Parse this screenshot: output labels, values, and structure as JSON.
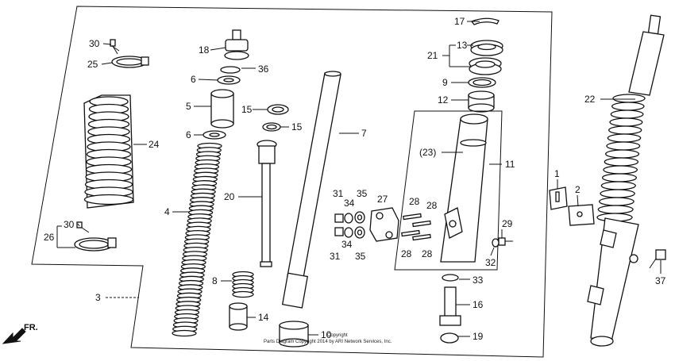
{
  "labels": {
    "l1": "1",
    "l2": "2",
    "l3": "3",
    "l4": "4",
    "l5": "5",
    "l6a": "6",
    "l6b": "6",
    "l7": "7",
    "l8": "8",
    "l9": "9",
    "l10": "10",
    "l11": "11",
    "l12": "12",
    "l13": "13",
    "l14": "14",
    "l15a": "15",
    "l15b": "15",
    "l16": "16",
    "l17": "17",
    "l18": "18",
    "l19": "19",
    "l20": "20",
    "l21": "21",
    "l22": "22",
    "l23": "(23)",
    "l24": "24",
    "l25": "25",
    "l26": "26",
    "l27": "27",
    "l28a": "28",
    "l28b": "28",
    "l28c": "28",
    "l28d": "28",
    "l29": "29",
    "l30a": "30",
    "l30b": "30",
    "l31a": "31",
    "l31b": "31",
    "l32": "32",
    "l33": "33",
    "l34a": "34",
    "l34b": "34",
    "l35a": "35",
    "l35b": "35",
    "l36": "36",
    "l37": "37"
  },
  "direction_label": "FR.",
  "copyright_line1": "Copyright",
  "copyright_line2": "Parts Diagram Copyright 2014 by ARI Network Services, Inc."
}
